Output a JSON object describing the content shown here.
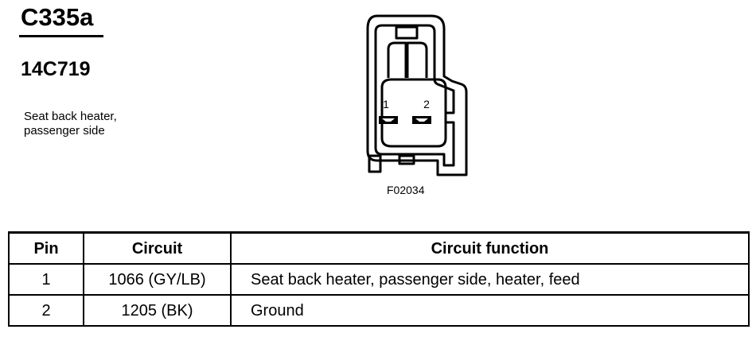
{
  "connector": {
    "id": "C335a",
    "part_number": "14C719",
    "description_lines": [
      "Seat back heater,",
      "passenger side"
    ]
  },
  "diagram": {
    "pin_labels": [
      "1",
      "2"
    ],
    "figure_code": "F02034"
  },
  "table": {
    "headers": {
      "pin": "Pin",
      "circuit": "Circuit",
      "function": "Circuit function"
    },
    "rows": [
      {
        "pin": "1",
        "circuit": "1066 (GY/LB)",
        "function": "Seat back heater, passenger side, heater, feed"
      },
      {
        "pin": "2",
        "circuit": "1205 (BK)",
        "function": "Ground"
      }
    ]
  }
}
